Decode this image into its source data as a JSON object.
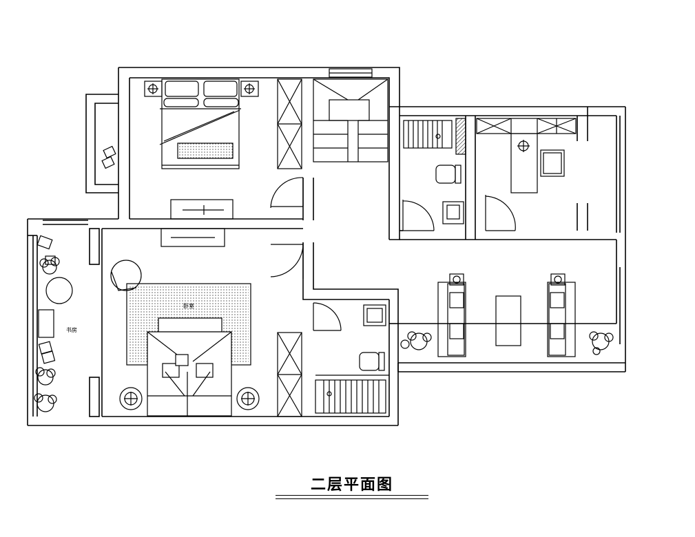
{
  "title": "二层平面图",
  "room_labels": {
    "master_bedroom_note": "卧室",
    "study_note": "书房"
  },
  "colors": {
    "ink": "#000000",
    "background": "#ffffff"
  }
}
